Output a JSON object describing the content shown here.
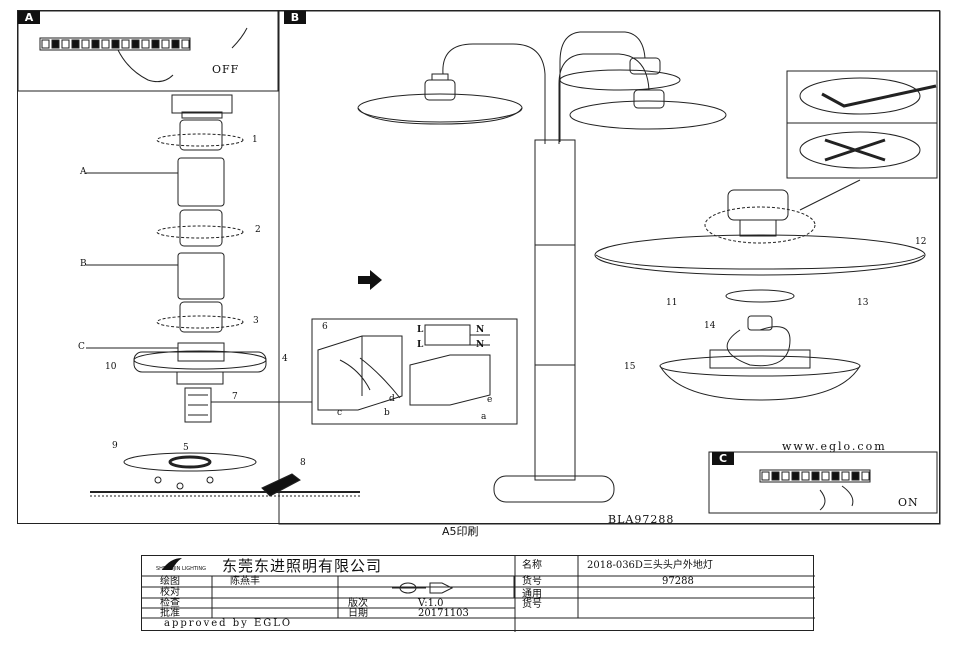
{
  "panels": {
    "a_tag": "A",
    "b_tag": "B",
    "c_tag": "C",
    "off_label": "OFF",
    "on_label": "ON"
  },
  "assembly": {
    "part_labels": [
      "A",
      "B",
      "C"
    ],
    "step_numbers": [
      "1",
      "2",
      "3",
      "4",
      "5",
      "6",
      "7",
      "8",
      "9",
      "10",
      "11",
      "12",
      "13",
      "14",
      "15"
    ],
    "wiring_letters": [
      "L",
      "N",
      "L",
      "N",
      "a",
      "b",
      "c",
      "d",
      "e"
    ]
  },
  "website": "www.eglo.com",
  "model_code": "BLA97288",
  "print_size": "A5印刷",
  "title_block": {
    "logo_text": "SHENGJIN LIGHTING",
    "company": "东莞东进照明有限公司",
    "name_label": "名称",
    "name_value": "2018-036D三头头户外地灯",
    "drawing_label": "绘图",
    "drawer": "陈燕丰",
    "part_no_label": "货号",
    "part_no_value": "97288",
    "proof_label": "校对",
    "general_label": "通用",
    "general_label2": "货号",
    "check_label": "检查",
    "version_label": "版次",
    "version_value": "V:1.0",
    "approve_label": "批准",
    "date_label": "日期",
    "date_value": "20171103",
    "approved_by": "approved by EGLO"
  }
}
